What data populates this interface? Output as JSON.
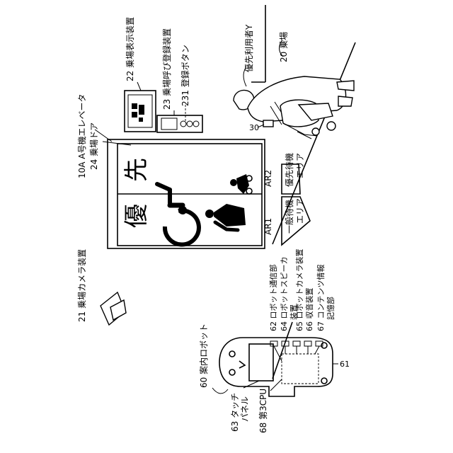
{
  "labels": {
    "hall_camera": "21 乗場カメラ装置",
    "elevator": "10A A号機エレベータ",
    "hall_door": "24 乗場ドア",
    "priority_sign_1": "優",
    "priority_sign_2": "先",
    "hall_display": "22 乗場表示装置",
    "hall_call": "23 乗場呼び登録装置",
    "register_button": "231 登録ボタン",
    "priority_user": "優先利用者Y",
    "hall": "20 乗場",
    "ref_30": "30",
    "ar2": "AR2",
    "ar1": "AR1",
    "priority_area_1": "優先待機",
    "priority_area_2": "エリア",
    "general_area_1": "一般待機",
    "general_area_2": "エリア",
    "comm": "62 ロボット通信部",
    "speaker_1": "64 ロボットスピーカ",
    "speaker_2": "装置",
    "robot_cam": "65 ロボットカメラ装置",
    "mic": "66 収音装置",
    "content_1": "67 コンテンツ情報",
    "content_2": "記憶部",
    "guide_robot": "60 案内ロボット",
    "touch_1": "63 タッチ",
    "touch_2": "パネル",
    "cpu": "68 第3CPU",
    "ref_61": "61"
  }
}
